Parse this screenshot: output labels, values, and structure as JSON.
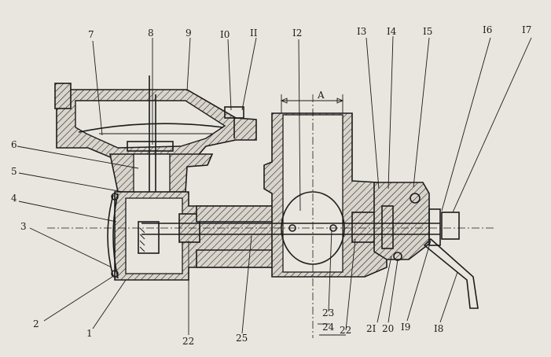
{
  "colors": {
    "paper": "#e9e6df",
    "ink": "#1c1c1c"
  },
  "labels": {
    "l1": "1",
    "l2": "2",
    "l3": "3",
    "l4": "4",
    "l5": "5",
    "l6": "6",
    "l7": "7",
    "l8": "8",
    "l9": "9",
    "l10": "I0",
    "l11": "II",
    "l12": "I2",
    "l13": "I3",
    "l14": "I4",
    "l15": "I5",
    "l16": "I6",
    "l17": "I7",
    "l18": "I8",
    "l19": "I9",
    "l20": "20",
    "l21": "2I",
    "l22a": "22",
    "l22b": "22",
    "l23": "23",
    "l24": "24",
    "l25": "25",
    "dimA": "A"
  }
}
